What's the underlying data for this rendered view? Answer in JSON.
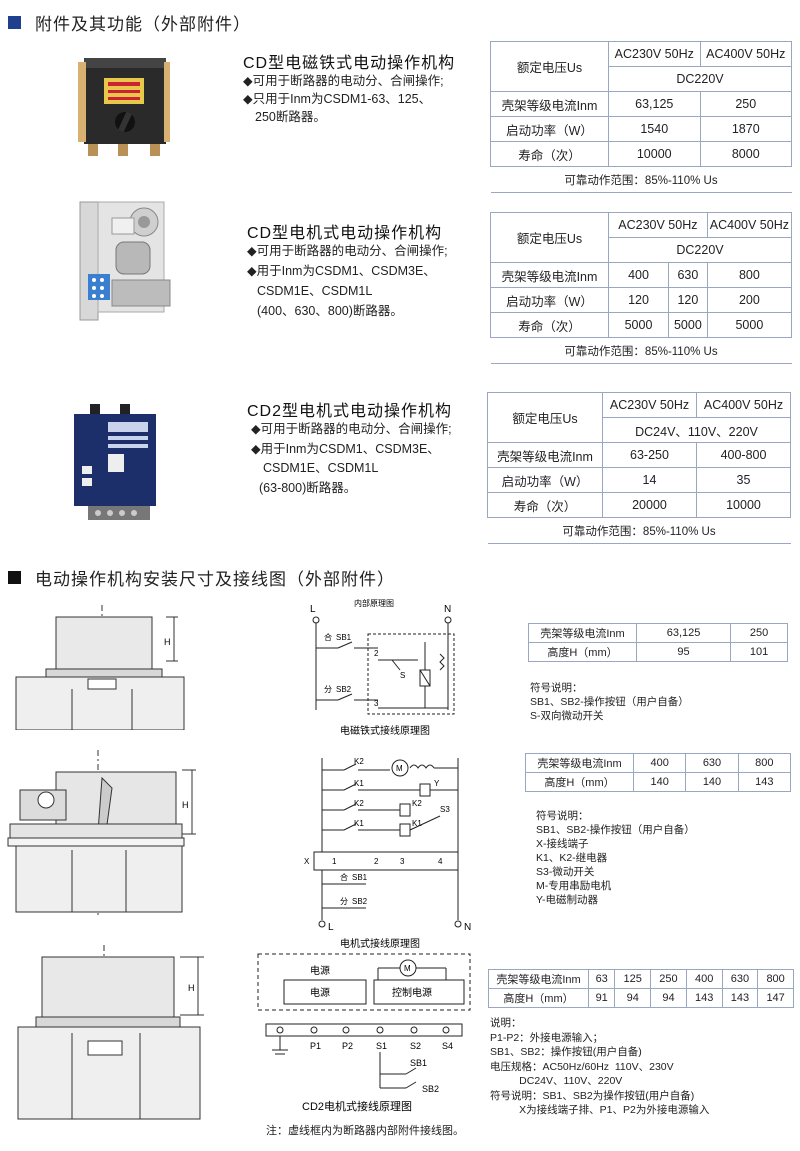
{
  "section1": {
    "title": "附件及其功能（外部附件）"
  },
  "section2": {
    "title": "电动操作机构安装尺寸及接线图（外部附件）"
  },
  "products": [
    {
      "title": "CD型电磁铁式电动操作机构",
      "bullets": [
        "◆可用于断路器的电动分、合闸操作;",
        "◆只用于Inm为CSDM1-63、125、",
        "250断路器。"
      ],
      "table": {
        "rated_voltage_label": "额定电压Us",
        "v1": "AC230V 50Hz",
        "v2": "AC400V 50Hz",
        "v3": "DC220V",
        "frame_label": "壳架等级电流Inm",
        "frame": [
          "63,125",
          "250"
        ],
        "power_label": "启动功率（W）",
        "power": [
          "1540",
          "1870"
        ],
        "life_label": "寿命（次）",
        "life": [
          "10000",
          "8000"
        ],
        "note": "可靠动作范围：85%-110% Us"
      }
    },
    {
      "title": "CD型电机式电动操作机构",
      "bullets": [
        "◆可用于断路器的电动分、合闸操作;",
        "◆用于Inm为CSDM1、CSDM3E、",
        "CSDM1E、CSDM1L",
        "(400、630、800)断路器。"
      ],
      "table": {
        "rated_voltage_label": "额定电压Us",
        "v1": "AC230V 50Hz",
        "v2": "AC400V 50Hz",
        "v3": "DC220V",
        "frame_label": "壳架等级电流Inm",
        "frame": [
          "400",
          "630",
          "800"
        ],
        "power_label": "启动功率（W）",
        "power": [
          "120",
          "120",
          "200"
        ],
        "life_label": "寿命（次）",
        "life": [
          "5000",
          "5000",
          "5000"
        ],
        "note": "可靠动作范围：85%-110% Us"
      }
    },
    {
      "title": "CD2型电机式电动操作机构",
      "bullets": [
        "◆可用于断路器的电动分、合闸操作;",
        "◆用于Inm为CSDM1、CSDM3E、",
        "CSDM1E、CSDM1L",
        "(63-800)断路器。"
      ],
      "table": {
        "rated_voltage_label": "额定电压Us",
        "v1": "AC230V 50Hz",
        "v2": "AC400V 50Hz",
        "v3": "DC24V、110V、220V",
        "frame_label": "壳架等级电流Inm",
        "frame": [
          "63-250",
          "400-800"
        ],
        "power_label": "启动功率（W）",
        "power": [
          "14",
          "35"
        ],
        "life_label": "寿命（次）",
        "life": [
          "20000",
          "10000"
        ],
        "note": "可靠动作范围：85%-110% Us"
      }
    }
  ],
  "dim_tables": [
    {
      "frame_label": "壳架等级电流Inm",
      "frame": [
        "63,125",
        "250"
      ],
      "h_label": "高度H（mm）",
      "h": [
        "95",
        "101"
      ]
    },
    {
      "frame_label": "壳架等级电流Inm",
      "frame": [
        "400",
        "630",
        "800"
      ],
      "h_label": "高度H（mm）",
      "h": [
        "140",
        "140",
        "143"
      ]
    },
    {
      "frame_label": "壳架等级电流Inm",
      "frame": [
        "63",
        "125",
        "250",
        "400",
        "630",
        "800"
      ],
      "h_label": "高度H（mm）",
      "h": [
        "91",
        "94",
        "94",
        "143",
        "143",
        "147"
      ]
    }
  ],
  "legends": {
    "l1": "符号说明：\nSB1、SB2-操作按钮（用户自备）\nS-双向微动开关",
    "l2": "符号说明：\nSB1、SB2-操作按钮（用户自备）\nX-接线端子\nK1、K2-继电器\nS3-微动开关\nM-专用串励电机\nY-电磁制动器",
    "l3": "说明：\nP1-P2：外接电源输入；\nSB1、SB2：操作按钮(用户自备)\n电压规格：AC50Hz/60Hz  110V、230V\n          DC24V、110V、220V\n符号说明：SB1、SB2为操作按钮(用户自备)\n          X为接线端子排、P1、P2为外接电源输入"
  },
  "diagrams": {
    "d1_caption": "电磁铁式接线原理图",
    "d1_inner": "内部原理图",
    "d2_caption": "电机式接线原理图",
    "d3_caption": "CD2电机式接线原理图",
    "d3_power_top": "电源",
    "d3_power": "电源",
    "d3_control": "控制电源",
    "footnote": "注：虚线框内为断路器内部附件接线图。",
    "labels": {
      "L": "L",
      "N": "N",
      "SB1": "SB1",
      "SB2": "SB2",
      "S": "S",
      "S3": "S3",
      "K1": "K1",
      "K2": "K2",
      "Y": "Y",
      "M": "M",
      "X": "X",
      "P1": "P1",
      "P2": "P2",
      "S1": "S1",
      "S2": "S2",
      "S4": "S4",
      "H": "H",
      "he": "合",
      "fen": "分"
    }
  },
  "colors": {
    "accent": "#1f3f8f",
    "table_border": "#9aa7c0"
  }
}
